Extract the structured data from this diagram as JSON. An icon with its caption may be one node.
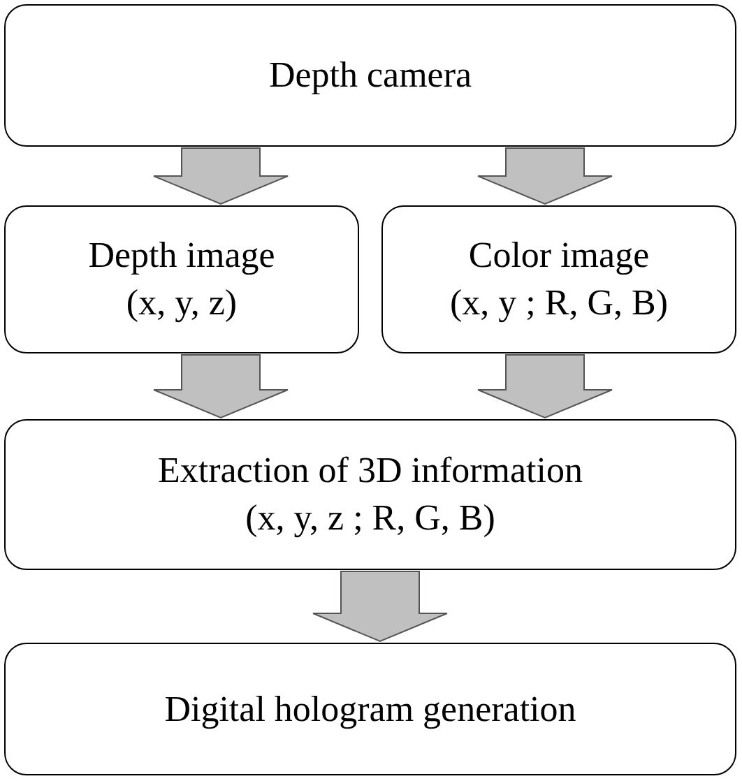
{
  "diagram": {
    "nodes": [
      {
        "text": [
          "Depth camera"
        ]
      },
      {
        "text": [
          "Depth image",
          "(x, y, z)"
        ]
      },
      {
        "text": [
          "Color image",
          "(x, y ; R, G, B)"
        ]
      },
      {
        "text": [
          "Extraction of 3D information",
          "(x, y, z ; R, G, B)"
        ]
      },
      {
        "text": [
          "Digital hologram generation"
        ]
      }
    ],
    "edges": [
      {
        "from": 0,
        "to": 1,
        "arrow": "to"
      },
      {
        "from": 0,
        "to": 2,
        "arrow": "to"
      },
      {
        "from": 1,
        "to": 3,
        "arrow": "to"
      },
      {
        "from": 2,
        "to": 3,
        "arrow": "to"
      },
      {
        "from": 3,
        "to": 4,
        "arrow": "to"
      }
    ]
  }
}
